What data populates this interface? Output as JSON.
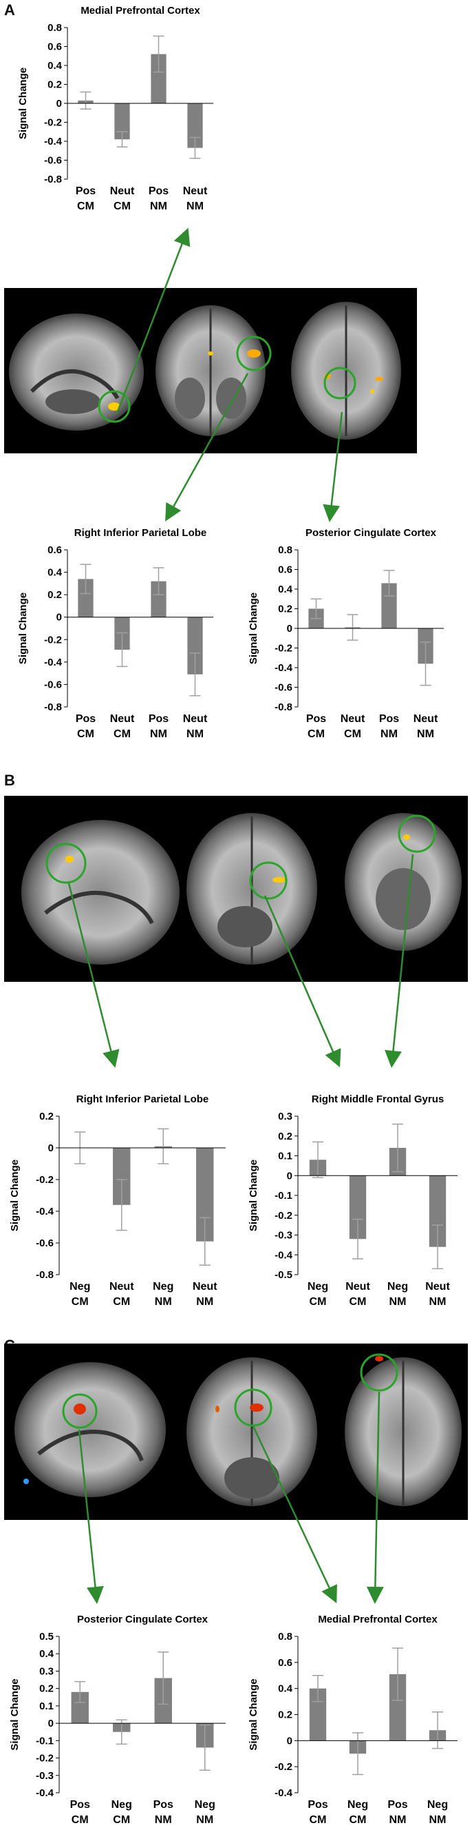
{
  "panels": {
    "a": "A",
    "b": "B",
    "c": "C"
  },
  "colors": {
    "bar": "#808080",
    "error": "#a0a0a0",
    "arrow": "#2e8b2e",
    "circle": "#2aa52a",
    "activation_warm": "#ffcc00",
    "activation_hot": "#e03000",
    "activation_cool": "#3399ff"
  },
  "chart_data": [
    {
      "id": "a-mpfc",
      "type": "bar",
      "title": "Medial Prefrontal Cortex",
      "ylabel": "Signal Change",
      "ylim": [
        -0.8,
        0.8
      ],
      "yticks": [
        -0.8,
        -0.6,
        -0.4,
        -0.2,
        0,
        0.2,
        0.4,
        0.6,
        0.8
      ],
      "ytick_labels": [
        "-0.8",
        "-0.6",
        "-0.4",
        "-0.2",
        "0",
        "0.2",
        "0.4",
        "0.6",
        "0.8"
      ],
      "categories": [
        [
          "Pos",
          "CM"
        ],
        [
          "Neut",
          "CM"
        ],
        [
          "Pos",
          "NM"
        ],
        [
          "Neut",
          "NM"
        ]
      ],
      "values": [
        0.03,
        -0.38,
        0.52,
        -0.47
      ],
      "errors": [
        0.09,
        0.08,
        0.19,
        0.11
      ]
    },
    {
      "id": "a-ripl",
      "type": "bar",
      "title": "Right Inferior Parietal Lobe",
      "ylabel": "Signal Change",
      "ylim": [
        -0.8,
        0.6
      ],
      "yticks": [
        -0.8,
        -0.6,
        -0.4,
        -0.2,
        0,
        0.2,
        0.4,
        0.6
      ],
      "ytick_labels": [
        "-0.8",
        "-0.6",
        "-0.4",
        "-0.2",
        "0",
        "0.2",
        "0.4",
        "0.6"
      ],
      "categories": [
        [
          "Pos",
          "CM"
        ],
        [
          "Neut",
          "CM"
        ],
        [
          "Pos",
          "NM"
        ],
        [
          "Neut",
          "NM"
        ]
      ],
      "values": [
        0.34,
        -0.29,
        0.32,
        -0.51
      ],
      "errors": [
        0.13,
        0.15,
        0.12,
        0.19
      ]
    },
    {
      "id": "a-pcc",
      "type": "bar",
      "title": "Posterior Cingulate Cortex",
      "ylabel": "Signal Change",
      "ylim": [
        -0.8,
        0.8
      ],
      "yticks": [
        -0.8,
        -0.6,
        -0.4,
        -0.2,
        0,
        0.2,
        0.4,
        0.6,
        0.8
      ],
      "ytick_labels": [
        "-0.8",
        "-0.6",
        "-0.4",
        "-0.2",
        "0",
        "0.2",
        "0.4",
        "0.6",
        "0.8"
      ],
      "categories": [
        [
          "Pos",
          "CM"
        ],
        [
          "Neut",
          "CM"
        ],
        [
          "Pos",
          "NM"
        ],
        [
          "Neut",
          "NM"
        ]
      ],
      "values": [
        0.2,
        0.01,
        0.46,
        -0.36
      ],
      "errors": [
        0.1,
        0.13,
        0.13,
        0.22
      ]
    },
    {
      "id": "b-ripl",
      "type": "bar",
      "title": "Right Inferior Parietal Lobe",
      "ylabel": "Signal Change",
      "ylim": [
        -0.8,
        0.2
      ],
      "yticks": [
        -0.8,
        -0.6,
        -0.4,
        -0.2,
        0,
        0.2
      ],
      "ytick_labels": [
        "-0.8",
        "-0.6",
        "-0.4",
        "-0.2",
        "0",
        "0.2"
      ],
      "categories": [
        [
          "Neg",
          "CM"
        ],
        [
          "Neut",
          "CM"
        ],
        [
          "Neg",
          "NM"
        ],
        [
          "Neut",
          "NM"
        ]
      ],
      "values": [
        0.0,
        -0.36,
        0.01,
        -0.59
      ],
      "errors": [
        0.1,
        0.16,
        0.11,
        0.15
      ]
    },
    {
      "id": "b-rmfg",
      "type": "bar",
      "title": "Right Middle Frontal Gyrus",
      "ylabel": "Signal Change",
      "ylim": [
        -0.5,
        0.3
      ],
      "yticks": [
        -0.5,
        -0.4,
        -0.3,
        -0.2,
        -0.1,
        0,
        0.1,
        0.2,
        0.3
      ],
      "ytick_labels": [
        "-0.5",
        "-0.4",
        "-0.3",
        "-0.2",
        "-0.1",
        "0",
        "0.1",
        "0.2",
        "0.3"
      ],
      "categories": [
        [
          "Neg",
          "CM"
        ],
        [
          "Neut",
          "CM"
        ],
        [
          "Neg",
          "NM"
        ],
        [
          "Neut",
          "NM"
        ]
      ],
      "values": [
        0.08,
        -0.32,
        0.14,
        -0.36
      ],
      "errors": [
        0.09,
        0.1,
        0.12,
        0.11
      ]
    },
    {
      "id": "c-pcc",
      "type": "bar",
      "title": "Posterior Cingulate Cortex",
      "ylabel": "Signal Change",
      "ylim": [
        -0.4,
        0.5
      ],
      "yticks": [
        -0.4,
        -0.3,
        -0.2,
        -0.1,
        0,
        0.1,
        0.2,
        0.3,
        0.4,
        0.5
      ],
      "ytick_labels": [
        "-0.4",
        "-0.3",
        "-0.2",
        "-0.1",
        "0",
        "0.1",
        "0.2",
        "0.3",
        "0.4",
        "0.5"
      ],
      "categories": [
        [
          "Pos",
          "CM"
        ],
        [
          "Neg",
          "CM"
        ],
        [
          "Pos",
          "NM"
        ],
        [
          "Neg",
          "NM"
        ]
      ],
      "values": [
        0.18,
        -0.05,
        0.26,
        -0.14
      ],
      "errors": [
        0.06,
        0.07,
        0.15,
        0.13
      ]
    },
    {
      "id": "c-mpfc",
      "type": "bar",
      "title": "Medial Prefrontal Cortex",
      "ylabel": "Signal Change",
      "ylim": [
        -0.4,
        0.8
      ],
      "yticks": [
        -0.4,
        -0.2,
        0,
        0.2,
        0.4,
        0.6,
        0.8
      ],
      "ytick_labels": [
        "-0.4",
        "-0.2",
        "0",
        "0.2",
        "0.4",
        "0.6",
        "0.8"
      ],
      "categories": [
        [
          "Pos",
          "CM"
        ],
        [
          "Neg",
          "CM"
        ],
        [
          "Pos",
          "NM"
        ],
        [
          "Neg",
          "NM"
        ]
      ],
      "values": [
        0.4,
        -0.1,
        0.51,
        0.08
      ],
      "errors": [
        0.1,
        0.16,
        0.2,
        0.14
      ]
    }
  ]
}
